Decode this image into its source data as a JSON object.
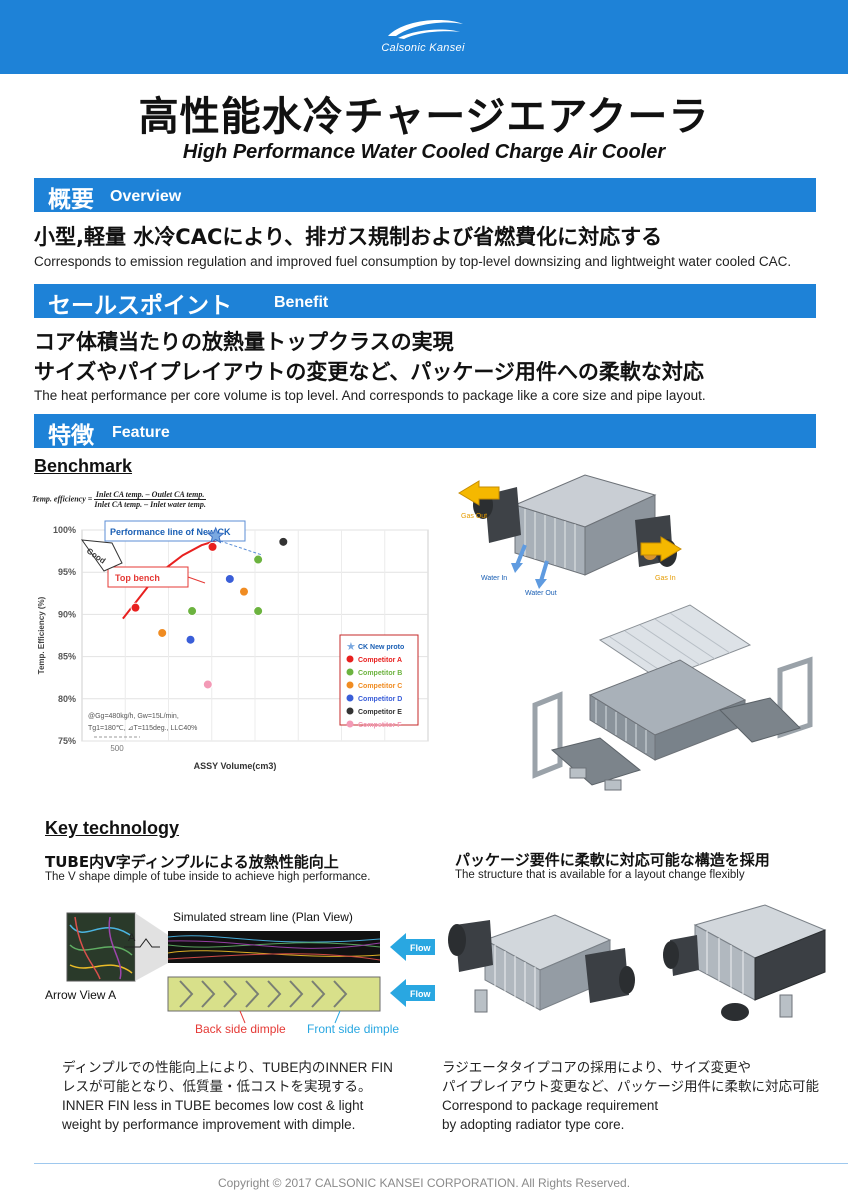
{
  "header": {
    "logo_text": "Calsonic Kansei",
    "brand_color": "#1e82d7"
  },
  "title": {
    "jp": "高性能水冷チャージエアクーラ",
    "en": "High Performance Water Cooled Charge Air Cooler"
  },
  "overview": {
    "label_jp": "概要",
    "label_en": "Overview",
    "headline_jp": "小型,軽量 水冷CACにより、排ガス規制および省燃費化に対応する",
    "text_en": "Corresponds to emission regulation and improved fuel consumption by top-level downsizing and lightweight water cooled CAC."
  },
  "benefit": {
    "label_jp": "セールスポイント",
    "label_en": "Benefit",
    "headline_jp_1": "コア体積当たりの放熱量トップクラスの実現",
    "headline_jp_2": "サイズやパイプレイアウトの変更など、パッケージ用件への柔軟な対応",
    "text_en": "The heat performance per core volume is top level. And corresponds to package like a core size and pipe layout."
  },
  "feature": {
    "label_jp": "特徴",
    "label_en": "Feature"
  },
  "benchmark": {
    "heading": "Benchmark",
    "formula_left": "Temp. efficiency = ",
    "formula_num": "Inlet CA temp. – Outlet CA temp.",
    "formula_den": "Inlet CA temp. – Inlet water temp.",
    "callout_new": "Performance line of New CK",
    "callout_top": "Top bench",
    "good_label": "Good",
    "conditions_1": "@Gg=480kg/h, Gw=15L/min,",
    "conditions_2": "Tg1=180℃, ⊿T=115deg., LLC40%",
    "scale_label": "500"
  },
  "chart_data": {
    "type": "scatter",
    "ylabel": "Temp. Efficiency (%)",
    "xlabel": "ASSY Volume(cm3)",
    "yticks": [
      "100%",
      "95%",
      "90%",
      "85%",
      "80%",
      "75%"
    ],
    "ylim": [
      75,
      100
    ],
    "xlim": [
      0,
      1100
    ],
    "grid": true,
    "legend_position": "bottom-right",
    "series": [
      {
        "name": "CK New proto",
        "color": "#7aa8e0",
        "marker": "star",
        "points": [
          [
            425,
            99.3
          ]
        ]
      },
      {
        "name": "Competitor A",
        "color": "#e8201f",
        "points": [
          [
            170,
            90.8
          ],
          [
            415,
            98.0
          ]
        ]
      },
      {
        "name": "Competitor B",
        "color": "#6cb33f",
        "points": [
          [
            350,
            90.4
          ],
          [
            560,
            96.5
          ],
          [
            560,
            90.4
          ]
        ]
      },
      {
        "name": "Competitor C",
        "color": "#f08c22",
        "points": [
          [
            255,
            87.8
          ],
          [
            515,
            92.7
          ]
        ]
      },
      {
        "name": "Competitor D",
        "color": "#3a5ed8",
        "points": [
          [
            345,
            87.0
          ],
          [
            470,
            94.2
          ]
        ]
      },
      {
        "name": "Competitor E",
        "color": "#333333",
        "points": [
          [
            640,
            98.6
          ]
        ]
      },
      {
        "name": "Competitor F",
        "color": "#f39ab6",
        "points": [
          [
            400,
            81.7
          ]
        ]
      }
    ],
    "lines": [
      {
        "name": "Top bench",
        "color": "#e8201f",
        "points": [
          [
            130,
            89.5
          ],
          [
            170,
            91.4
          ],
          [
            210,
            93.3
          ],
          [
            260,
            95.3
          ],
          [
            320,
            97.0
          ],
          [
            380,
            98.2
          ],
          [
            450,
            99.0
          ]
        ]
      }
    ]
  },
  "images": {
    "gas_out": "Gas Out",
    "gas_in": "Gas In",
    "water_in": "Water In",
    "water_out": "Water Out"
  },
  "key_technology": {
    "heading": "Key technology",
    "left_title_jp": "TUBE内V字ディンプルによる放熱性能向上",
    "left_title_en": "The V shape dimple of tube inside to achieve high performance.",
    "sim_label": "Simulated stream line (Plan View)",
    "arrow_view": "Arrow View A",
    "view_a": "A",
    "flow_1": "Flow",
    "flow_2": "Flow",
    "back_dimple": "Back side dimple",
    "front_dimple": "Front side dimple",
    "left_para": [
      "ディンプルでの性能向上により、TUBE内のINNER FIN",
      "レスが可能となり、低質量・低コストを実現する。",
      "INNER FIN less in TUBE becomes low cost & light",
      "weight by performance improvement with dimple."
    ],
    "right_title_jp": "パッケージ要件に柔軟に対応可能な構造を採用",
    "right_title_en": "The structure that is available for a layout change flexibly",
    "right_para": [
      "ラジエータタイプコアの採用により、サイズ変更や",
      "パイプレイアウト変更など、パッケージ用件に柔軟に対応可能",
      "Correspond to package requirement",
      "by adopting radiator type core."
    ]
  },
  "footer": {
    "copyright": "Copyright © 2017 CALSONIC KANSEI CORPORATION. All Rights Reserved."
  }
}
